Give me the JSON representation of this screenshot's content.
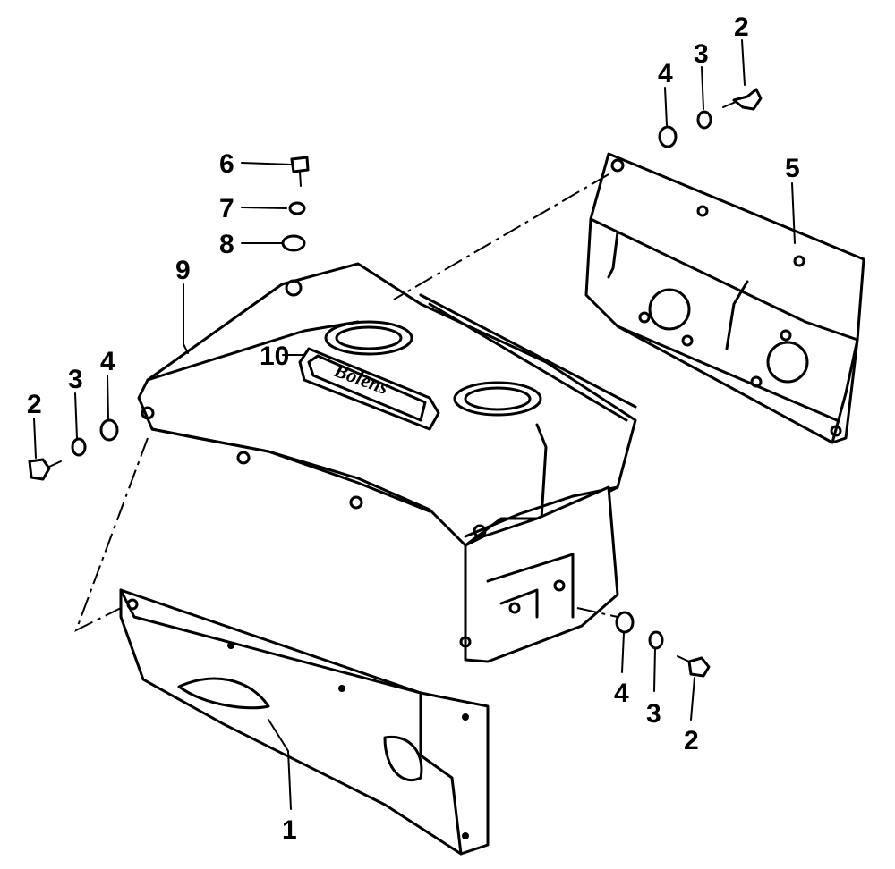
{
  "diagram": {
    "parts": {
      "p1": "1",
      "p2_top": "2",
      "p3_top": "3",
      "p4_top": "4",
      "p5": "5",
      "p6": "6",
      "p7": "7",
      "p8": "8",
      "p9": "9",
      "p10": "10",
      "p2_left": "2",
      "p3_left": "3",
      "p4_left": "4",
      "p4_bottom": "4",
      "p3_bottom": "3",
      "p2_bottom": "2"
    },
    "emblem_text": "Bolens"
  }
}
